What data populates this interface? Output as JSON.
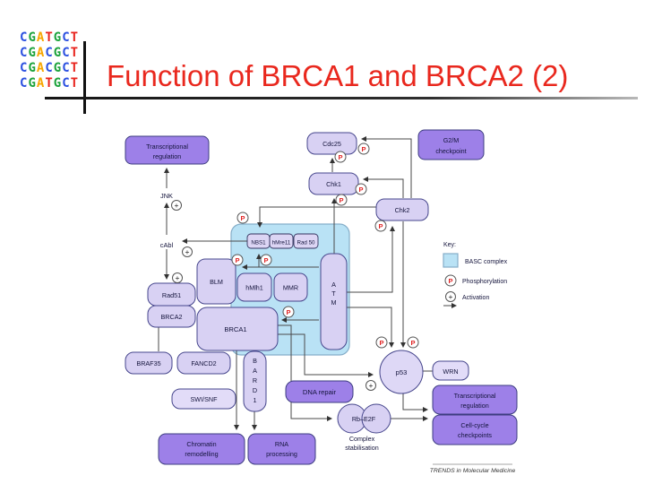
{
  "slide": {
    "title": "Function of BRCA1 and BRCA2 (2)",
    "caption": "TRENDS in Molecular Medicine"
  },
  "logo": {
    "sequences": [
      "CGATGCT",
      "CGACGCT",
      "CGACGCT",
      "CGATGCT"
    ]
  },
  "colors": {
    "title": "#e9281e",
    "base_A": "#f7a600",
    "base_C": "#2b50e0",
    "base_G": "#1da33c",
    "base_T": "#e8231d",
    "box_medium_purple": "#9d80e8",
    "box_light_purple": "#d8d1f3",
    "basc_complex_blue": "#b9e2f5",
    "phosphorylation_red": "#e02525",
    "connector": "#4a4a4a"
  },
  "nodes": {
    "transcriptional_regulation_top": {
      "line1": "Transcriptional",
      "line2": "regulation"
    },
    "jnk": "JNK",
    "cabl": "cAbl",
    "cdc25": "Cdc25",
    "chk1": "Chk1",
    "chk2": "Chk2",
    "g2m_checkpoint": {
      "line1": "G2/M",
      "line2": "checkpoint"
    },
    "nbs1": "NBS1",
    "hmre11": "hMre11",
    "rad50": "Rad 50",
    "blm": "BLM",
    "hmlh1": "hMlh1",
    "mmr": "MMR",
    "brca1": "BRCA1",
    "atm": {
      "l1": "A",
      "l2": "T",
      "l3": "M"
    },
    "rad51": "Rad51",
    "brca2": "BRCA2",
    "braf35": "BRAF35",
    "fancd2": "FANCD2",
    "bard1": {
      "l1": "B",
      "l2": "A",
      "l3": "R",
      "l4": "D",
      "l5": "1"
    },
    "swi_snf": "SWI/SNF",
    "dna_repair": "DNA repair",
    "chromatin_remodelling": {
      "line1": "Chromatin",
      "line2": "remodelling"
    },
    "rna_processing": {
      "line1": "RNA",
      "line2": "processing"
    },
    "p53": "p53",
    "wrn": "WRN",
    "transcriptional_regulation_right": {
      "line1": "Transcriptional",
      "line2": "regulation"
    },
    "cell_cycle_checkpoints": {
      "line1": "Cell-cycle",
      "line2": "checkpoints"
    },
    "rb_e2f": "Rb–E2F",
    "complex_stabilisation": {
      "line1": "Complex",
      "line2": "stabilisation"
    }
  },
  "key": {
    "heading": "Key:",
    "basc_label": "BASC complex",
    "phospho_label": "Phosphorylation",
    "activation_label": "Activation"
  },
  "symbols": {
    "phosphorylation": "P",
    "activation": "+"
  }
}
